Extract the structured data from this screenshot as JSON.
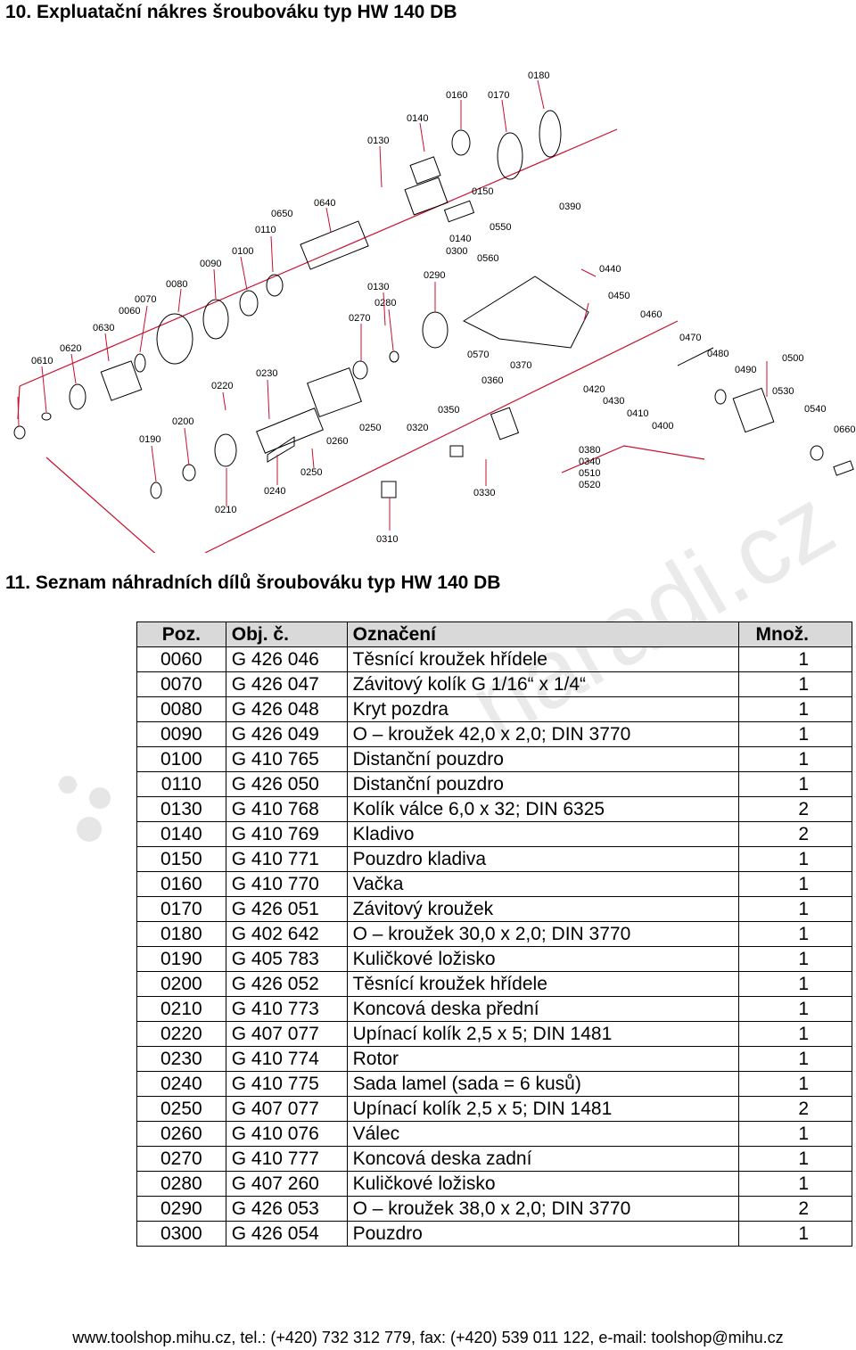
{
  "heading1": "10. Expluatační nákres šroubováku typ HW 140 DB",
  "heading2": "11. Seznam náhradních dílů šroubováku typ HW 140 DB",
  "watermark": "naradi.cz",
  "diagram": {
    "callouts": [
      "0180",
      "0160",
      "0170",
      "0140",
      "0130",
      "0150",
      "0390",
      "0640",
      "0650",
      "0110",
      "0100",
      "0090",
      "0080",
      "0070",
      "0060",
      "0630",
      "0620",
      "0610",
      "0140",
      "0300",
      "0550",
      "0560",
      "0290",
      "0130",
      "0280",
      "0270",
      "0440",
      "0450",
      "0460",
      "0470",
      "0480",
      "0490",
      "0500",
      "0530",
      "0540",
      "0660",
      "0570",
      "0370",
      "0360",
      "0420",
      "0430",
      "0410",
      "0400",
      "0350",
      "0320",
      "0250",
      "0260",
      "0230",
      "0220",
      "0200",
      "0190",
      "0210",
      "0240",
      "0250",
      "0330",
      "0380",
      "0340",
      "0510",
      "0520",
      "0310"
    ]
  },
  "table": {
    "headers": [
      "Poz.",
      "Obj. č.",
      "Označení",
      "Množ."
    ],
    "rows": [
      [
        "0060",
        "G 426 046",
        "Těsnící kroužek hřídele",
        "1"
      ],
      [
        "0070",
        "G 426 047",
        "Závitový kolík G 1/16“ x 1/4“",
        "1"
      ],
      [
        "0080",
        "G 426 048",
        "Kryt pozdra",
        "1"
      ],
      [
        "0090",
        "G 426 049",
        "O – kroužek 42,0 x 2,0; DIN 3770",
        "1"
      ],
      [
        "0100",
        "G 410 765",
        "Distanční pouzdro",
        "1"
      ],
      [
        "0110",
        "G 426 050",
        "Distanční pouzdro",
        "1"
      ],
      [
        "0130",
        "G 410 768",
        "Kolík válce 6,0 x 32; DIN 6325",
        "2"
      ],
      [
        "0140",
        "G 410 769",
        "Kladivo",
        "2"
      ],
      [
        "0150",
        "G 410 771",
        "Pouzdro kladiva",
        "1"
      ],
      [
        "0160",
        "G 410 770",
        "Vačka",
        "1"
      ],
      [
        "0170",
        "G 426 051",
        "Závitový kroužek",
        "1"
      ],
      [
        "0180",
        "G 402 642",
        "O – kroužek 30,0 x 2,0; DIN 3770",
        "1"
      ],
      [
        "0190",
        "G 405 783",
        "Kuličkové ložisko",
        "1"
      ],
      [
        "0200",
        "G 426 052",
        "Těsnící kroužek hřídele",
        "1"
      ],
      [
        "0210",
        "G 410 773",
        "Koncová deska přední",
        "1"
      ],
      [
        "0220",
        "G 407 077",
        "Upínací kolík 2,5 x 5; DIN 1481",
        "1"
      ],
      [
        "0230",
        "G 410 774",
        "Rotor",
        "1"
      ],
      [
        "0240",
        "G 410 775",
        "Sada lamel (sada = 6 kusů)",
        "1"
      ],
      [
        "0250",
        "G 407 077",
        "Upínací kolík 2,5 x 5; DIN 1481",
        "2"
      ],
      [
        "0260",
        "G 410 076",
        "Válec",
        "1"
      ],
      [
        "0270",
        "G 410 777",
        "Koncová deska zadní",
        "1"
      ],
      [
        "0280",
        "G 407 260",
        "Kuličkové ložisko",
        "1"
      ],
      [
        "0290",
        "G 426 053",
        "O – kroužek 38,0 x 2,0; DIN 3770",
        "2"
      ],
      [
        "0300",
        "G 426 054",
        "Pouzdro",
        "1"
      ]
    ]
  },
  "footer": "www.toolshop.mihu.cz, tel.: (+420) 732 312 779, fax: (+420) 539 011 122, e-mail: toolshop@mihu.cz"
}
